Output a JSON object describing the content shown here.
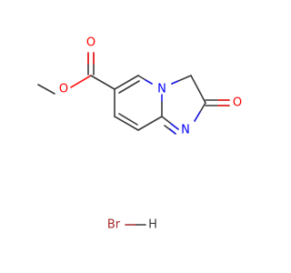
{
  "colors": {
    "bond": "#3a3a3a",
    "oxygen": "#ff0000",
    "nitrogen": "#0000ff",
    "bromine": "#a52a2a",
    "hydrogen": "#3a3a3a",
    "background": "#ffffff"
  },
  "atoms": {
    "o_carbonyl_ester": "O",
    "o_ether_ester": "O",
    "n_bridgehead": "N",
    "n_imine": "N",
    "o_ketone": "O",
    "br": "Br",
    "h": "H"
  }
}
